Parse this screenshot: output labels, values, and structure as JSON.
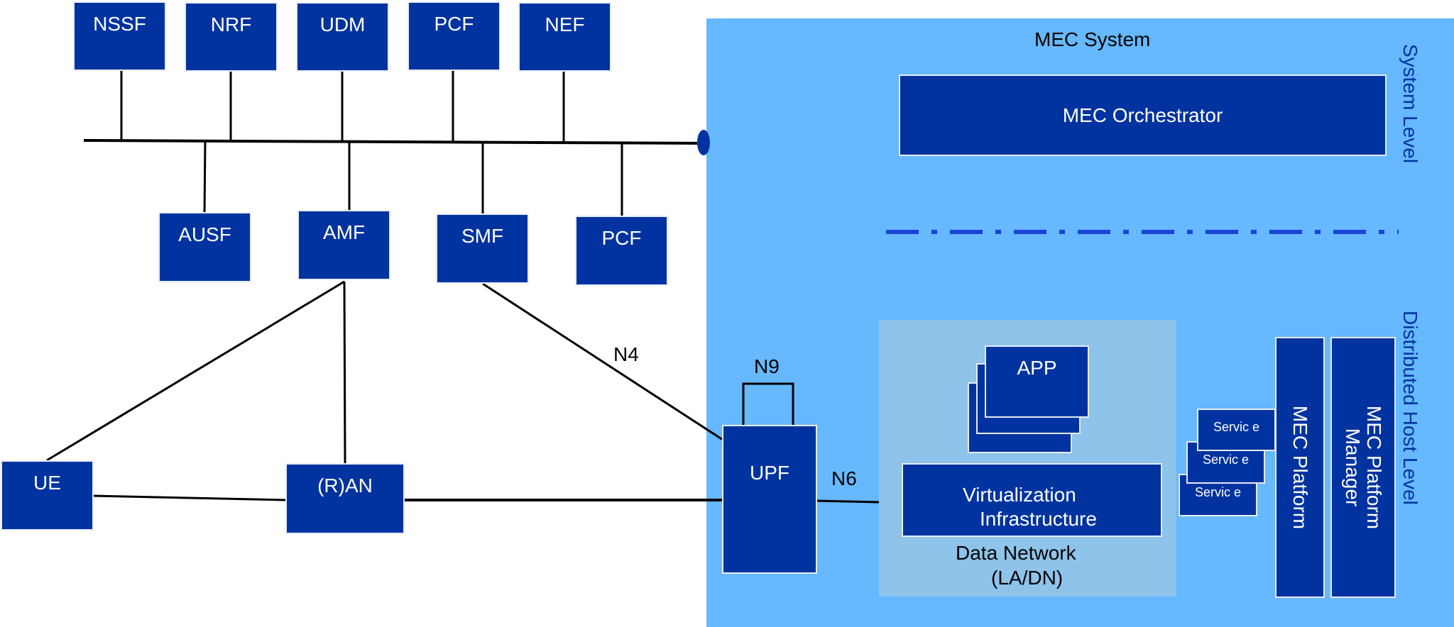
{
  "core": {
    "top": [
      "NSSF",
      "NRF",
      "UDM",
      "PCF",
      "NEF"
    ],
    "bottom": [
      "AUSF",
      "AMF",
      "SMF",
      "PCF"
    ]
  },
  "access": {
    "ue": "UE",
    "ran": "(R)AN",
    "upf": "UPF"
  },
  "interfaces": {
    "n4": "N4",
    "n9": "N9",
    "n6": "N6"
  },
  "mec": {
    "system": "MEC System",
    "orchestrator": "MEC Orchestrator",
    "system_level": "System Level",
    "host_level": "Distributed Host Level",
    "app": "APP",
    "virtualization_line1": "Virtualization",
    "virtualization_line2": "Infrastructure",
    "data_network_line1": "Data Network",
    "data_network_line2": "(LA/DN)",
    "service": "Servic e",
    "platform": "MEC Platform",
    "platform_manager_line1": "MEC Platform",
    "platform_manager_line2": "Manager"
  },
  "colors": {
    "box": "#0033a0",
    "mec_bg": "#66b8ff",
    "dn_bg": "#8ec3ea",
    "dash": "#1a44d6"
  }
}
